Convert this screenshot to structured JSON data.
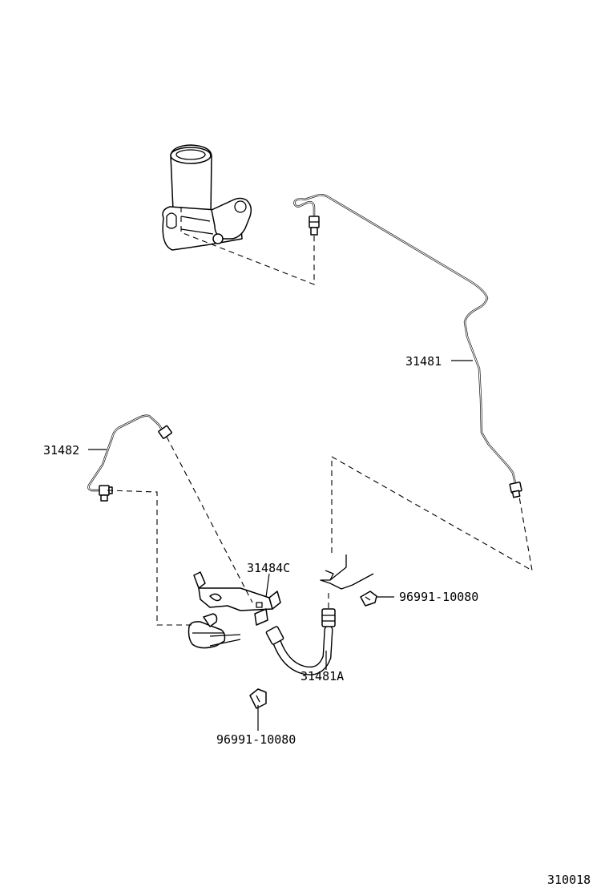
{
  "labels": {
    "pipe_upper": "31481",
    "pipe_lower": "31482",
    "bracket": "31484C",
    "hose": "31481A",
    "clip_right": "96991-10080",
    "clip_lower": "96991-10080",
    "illustration_number": "310018"
  }
}
